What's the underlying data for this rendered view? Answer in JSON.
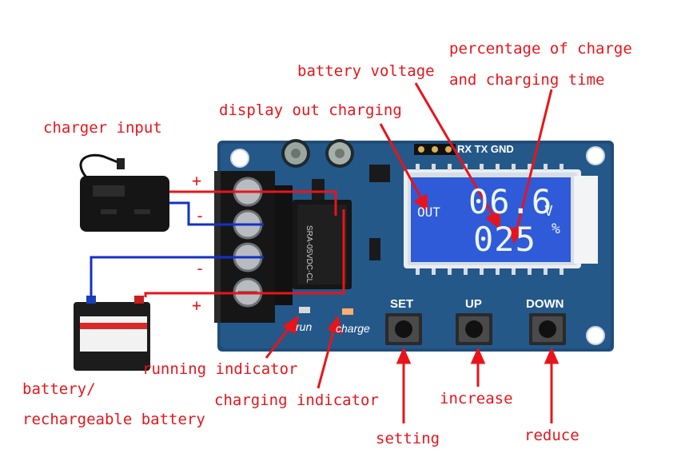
{
  "annotations": {
    "percentage_of_charge": "percentage of charge",
    "charging_time": "and charging time",
    "battery_voltage": "battery voltage",
    "display_out_charging": "display out charging",
    "charger_input": "charger input",
    "running_indicator": "running indicator",
    "charging_indicator": "charging indicator",
    "battery_line1": "battery/",
    "battery_line2": "rechargeable battery",
    "increase": "increase",
    "setting": "setting",
    "reduce": "reduce"
  },
  "terminal_polarity": [
    "+",
    "-",
    "-",
    "+"
  ],
  "board": {
    "header_label": "RX TX GND",
    "relay_text": "SRA-05VDC-CL",
    "led_run": "run",
    "led_charge": "charge",
    "buttons": [
      "SET",
      "UP",
      "DOWN"
    ]
  },
  "lcd": {
    "mode": "OUT",
    "voltage": "06.6",
    "voltage_unit": "V",
    "percent": "025",
    "percent_unit": "%"
  },
  "colors": {
    "annotation": "#e8141b",
    "pcb": "#1f4d7a",
    "lcd": "#2f5bd8",
    "wire_positive": "#e8141b",
    "wire_negative": "#1530c8"
  }
}
